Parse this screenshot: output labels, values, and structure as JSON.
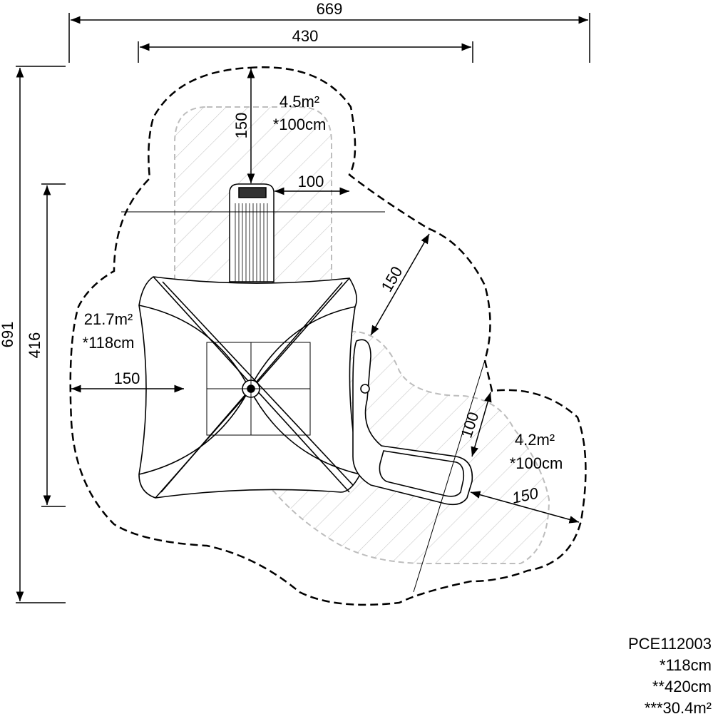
{
  "dimensions": {
    "overall_width": "669",
    "inner_width": "430",
    "overall_height": "691",
    "inner_height": "416",
    "clearance_top": "150",
    "clearance_top_side": "100",
    "clearance_right": "150",
    "clearance_left": "150",
    "clearance_slide_side": "100",
    "clearance_slide_end": "150"
  },
  "areas": {
    "top": {
      "area": "4.5m²",
      "fall_height": "*100cm"
    },
    "left": {
      "area": "21.7m²",
      "fall_height": "*118cm"
    },
    "right": {
      "area": "4.2m²",
      "fall_height": "*100cm"
    }
  },
  "legend": {
    "code": "PCE112003",
    "free_fall_height": "*118cm",
    "height": "**420cm",
    "total_area": "***30.4m²"
  }
}
